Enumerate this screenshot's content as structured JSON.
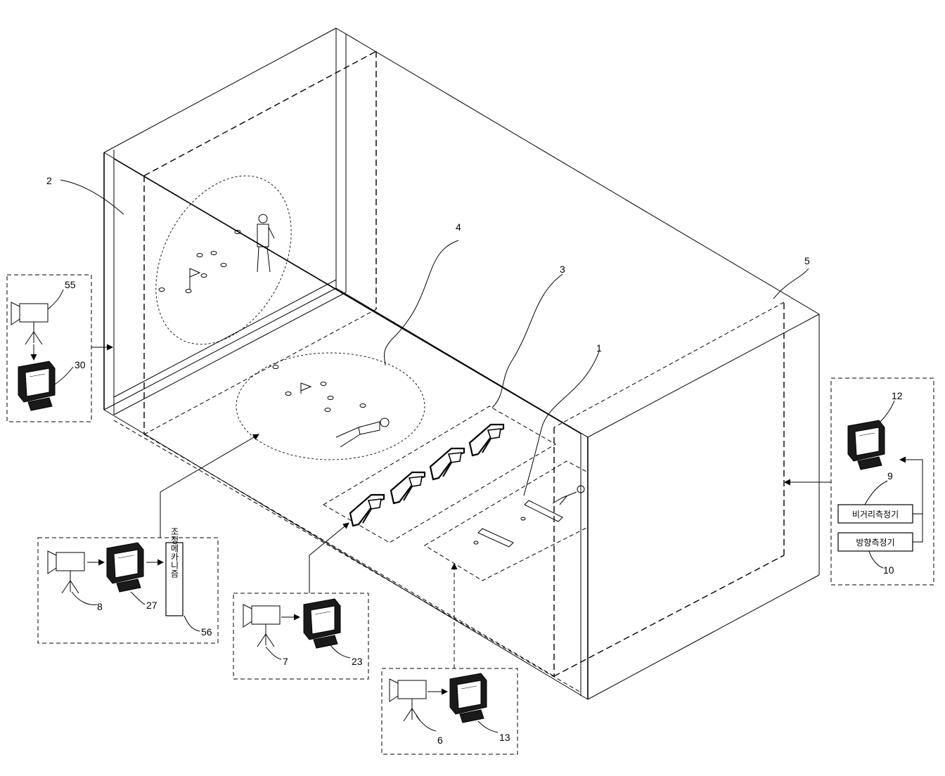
{
  "labels": {
    "l1": "1",
    "l2": "2",
    "l3": "3",
    "l4": "4",
    "l5": "5",
    "l6": "6",
    "l7": "7",
    "l8": "8",
    "l9": "9",
    "l10": "10",
    "l12": "12",
    "l13": "13",
    "l23": "23",
    "l27": "27",
    "l30": "30",
    "l55": "55",
    "l56": "56"
  },
  "devices": {
    "distance_meter": "비거리측정기",
    "direction_meter": "방향측정기",
    "adjust_mechanism": "조정메카니즘"
  },
  "icons": {
    "camera": "video-camera-on-tripod-icon",
    "monitor": "crt-monitor-icon",
    "golfer": "golfer-figure-icon",
    "flag": "pin-flag-icon"
  }
}
